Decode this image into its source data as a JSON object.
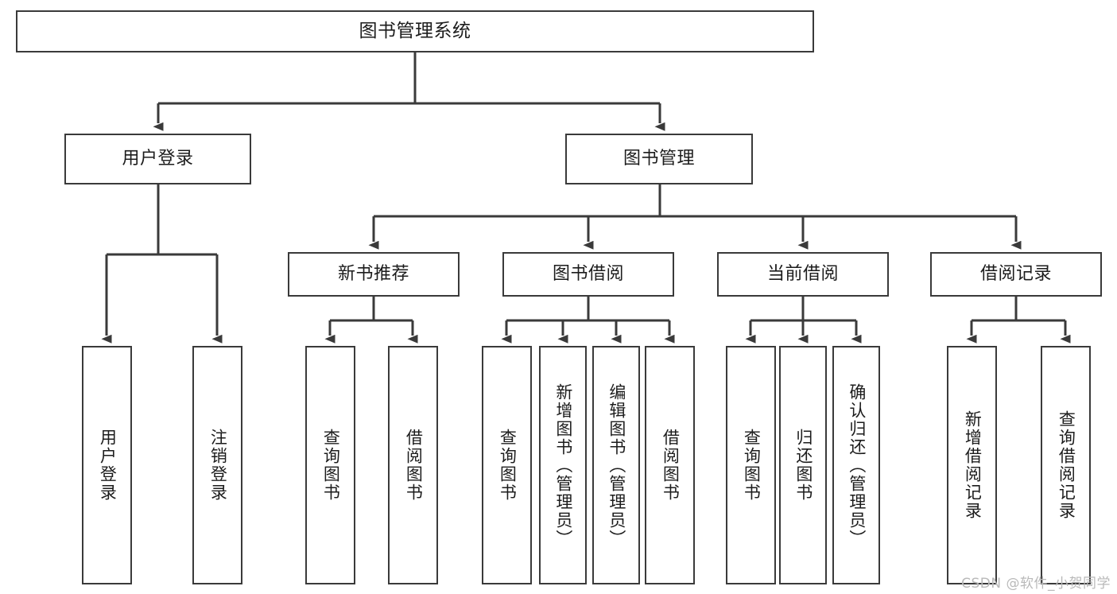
{
  "diagram": {
    "type": "tree",
    "title": "图书管理系统",
    "watermark": "CSDN @软件_小贺同学",
    "colors": {
      "box_border": "#3a3a3a",
      "box_fill": "#ffffff",
      "text": "#1c1c1c",
      "connector": "#3a3a3a",
      "watermark": "#b9b9b9",
      "background": "#ffffff"
    },
    "levels": {
      "root": [
        "图书管理系统"
      ],
      "level2": [
        "用户登录",
        "图书管理"
      ],
      "level3": [
        "新书推荐",
        "图书借阅",
        "当前借阅",
        "借阅记录"
      ],
      "leaves": [
        "用户登录",
        "注销登录",
        "查询图书",
        "借阅图书",
        "查询图书",
        "新增图书（管理员）",
        "编辑图书（管理员）",
        "借阅图书",
        "查询图书",
        "归还图书",
        "确认归还（管理员）",
        "新增借阅记录",
        "查询借阅记录"
      ]
    },
    "nodes": {
      "root": {
        "label": "图书管理系统"
      },
      "user_login": {
        "label": "用户登录"
      },
      "book_mgmt": {
        "label": "图书管理"
      },
      "new_book_rec": {
        "label": "新书推荐"
      },
      "book_borrow": {
        "label": "图书借阅"
      },
      "current_borrow": {
        "label": "当前借阅"
      },
      "borrow_record": {
        "label": "借阅记录"
      },
      "leaf_user_login": {
        "label": "用户登录"
      },
      "leaf_logout": {
        "label": "注销登录"
      },
      "leaf_query_book_1": {
        "label": "查询图书"
      },
      "leaf_borrow_book_1": {
        "label": "借阅图书"
      },
      "leaf_query_book_2": {
        "label": "查询图书"
      },
      "leaf_add_book": {
        "label": "新增图书（管理员）"
      },
      "leaf_edit_book": {
        "label": "编辑图书（管理员）"
      },
      "leaf_borrow_book_2": {
        "label": "借阅图书"
      },
      "leaf_query_book_3": {
        "label": "查询图书"
      },
      "leaf_return_book": {
        "label": "归还图书"
      },
      "leaf_confirm_return": {
        "label": "确认归还（管理员）"
      },
      "leaf_add_record": {
        "label": "新增借阅记录"
      },
      "leaf_query_record": {
        "label": "查询借阅记录"
      }
    },
    "edges": [
      {
        "from": "root",
        "to": "user_login"
      },
      {
        "from": "root",
        "to": "book_mgmt"
      },
      {
        "from": "user_login",
        "to": "leaf_user_login"
      },
      {
        "from": "user_login",
        "to": "leaf_logout"
      },
      {
        "from": "book_mgmt",
        "to": "new_book_rec"
      },
      {
        "from": "book_mgmt",
        "to": "book_borrow"
      },
      {
        "from": "book_mgmt",
        "to": "current_borrow"
      },
      {
        "from": "book_mgmt",
        "to": "borrow_record"
      },
      {
        "from": "new_book_rec",
        "to": "leaf_query_book_1"
      },
      {
        "from": "new_book_rec",
        "to": "leaf_borrow_book_1"
      },
      {
        "from": "book_borrow",
        "to": "leaf_query_book_2"
      },
      {
        "from": "book_borrow",
        "to": "leaf_add_book"
      },
      {
        "from": "book_borrow",
        "to": "leaf_edit_book"
      },
      {
        "from": "book_borrow",
        "to": "leaf_borrow_book_2"
      },
      {
        "from": "current_borrow",
        "to": "leaf_query_book_3"
      },
      {
        "from": "current_borrow",
        "to": "leaf_return_book"
      },
      {
        "from": "current_borrow",
        "to": "leaf_confirm_return"
      },
      {
        "from": "borrow_record",
        "to": "leaf_add_record"
      },
      {
        "from": "borrow_record",
        "to": "leaf_query_record"
      }
    ]
  }
}
